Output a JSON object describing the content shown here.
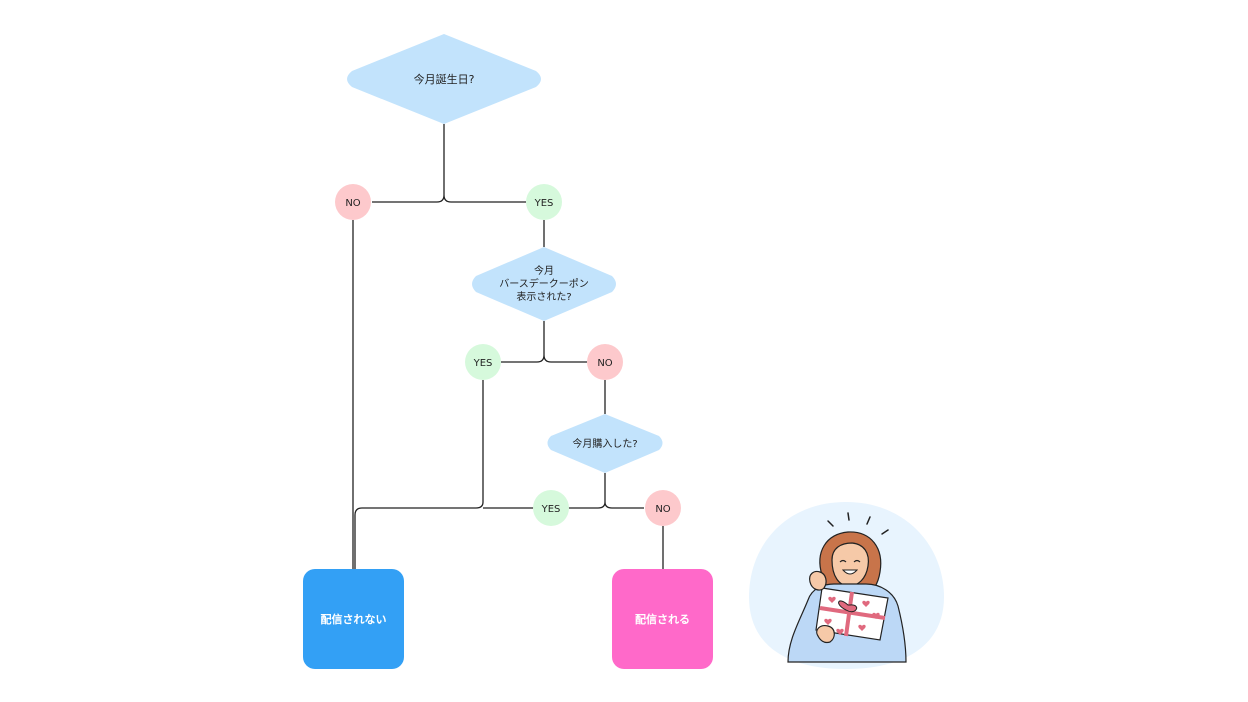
{
  "flowchart": {
    "q1_text": "今月誕生日?",
    "q2_lines": [
      "今月",
      "バースデークーポン",
      "表示された?"
    ],
    "q3_text": "今月購入した?",
    "yes_label": "YES",
    "no_label": "NO",
    "result_not_delivered": "配信されない",
    "result_delivered": "配信される"
  },
  "colors": {
    "diamond_fill": "#c2e3fc",
    "yes_fill": "#d6f9dc",
    "no_fill": "#fdc9cc",
    "not_delivered_fill": "#33a0f5",
    "delivered_fill": "#ff69c9",
    "blob_fill": "#e8f4fe",
    "line": "#222222"
  },
  "illustration": {
    "icon": "woman-hugging-gift-icon"
  }
}
